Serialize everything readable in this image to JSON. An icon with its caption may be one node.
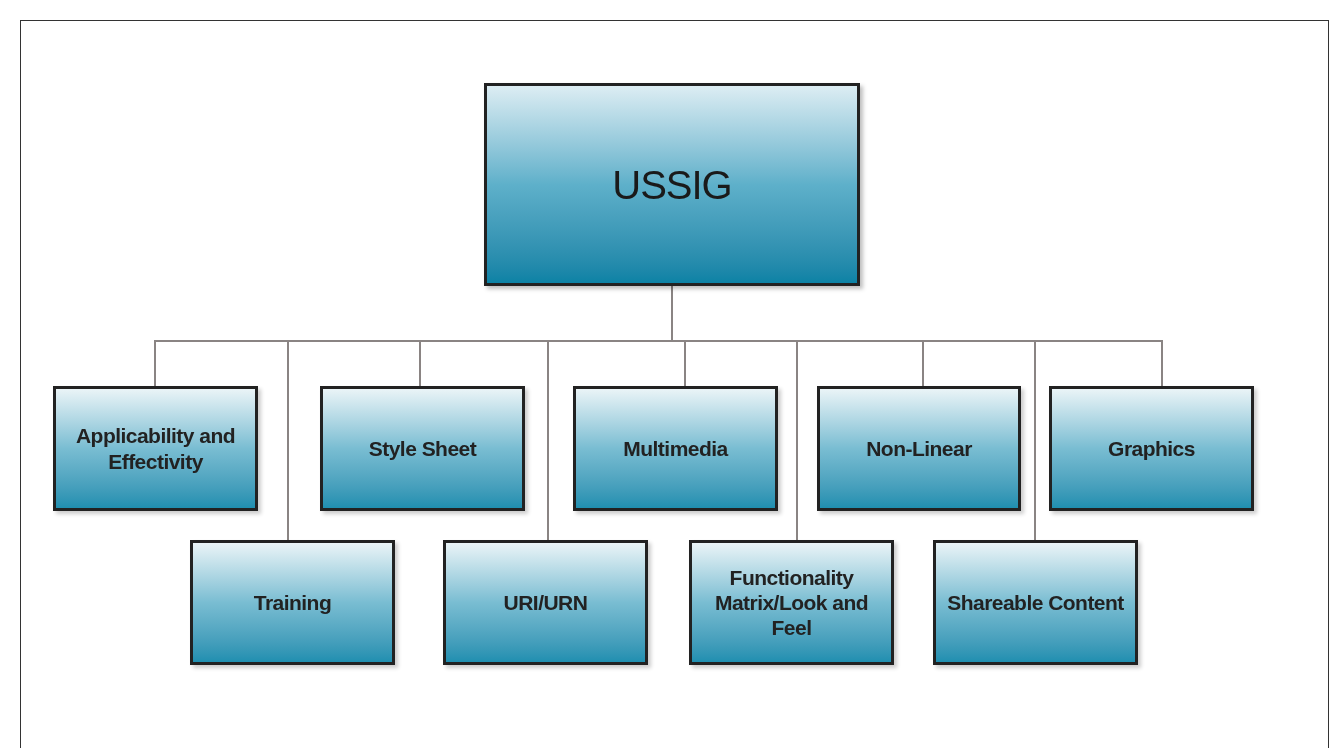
{
  "diagram": {
    "nodes": [
      {
        "text": [
          "USSIG"
        ]
      },
      {
        "text": [
          "Applicability and Effectivity"
        ]
      },
      {
        "text": [
          "Style Sheet"
        ]
      },
      {
        "text": [
          "Multimedia"
        ]
      },
      {
        "text": [
          "Non-Linear"
        ]
      },
      {
        "text": [
          "Graphics"
        ]
      },
      {
        "text": [
          "Training"
        ]
      },
      {
        "text": [
          "URI/URN"
        ]
      },
      {
        "text": [
          "Functionality Matrix/Look and Feel"
        ]
      },
      {
        "text": [
          "Shareable Content"
        ]
      }
    ],
    "edges": [
      {
        "from": 0,
        "to": 1,
        "arrow": "none"
      },
      {
        "from": 0,
        "to": 6,
        "arrow": "none"
      },
      {
        "from": 0,
        "to": 2,
        "arrow": "none"
      },
      {
        "from": 0,
        "to": 7,
        "arrow": "none"
      },
      {
        "from": 0,
        "to": 3,
        "arrow": "none"
      },
      {
        "from": 0,
        "to": 8,
        "arrow": "none"
      },
      {
        "from": 0,
        "to": 4,
        "arrow": "none"
      },
      {
        "from": 0,
        "to": 9,
        "arrow": "none"
      },
      {
        "from": 0,
        "to": 5,
        "arrow": "none"
      }
    ]
  }
}
